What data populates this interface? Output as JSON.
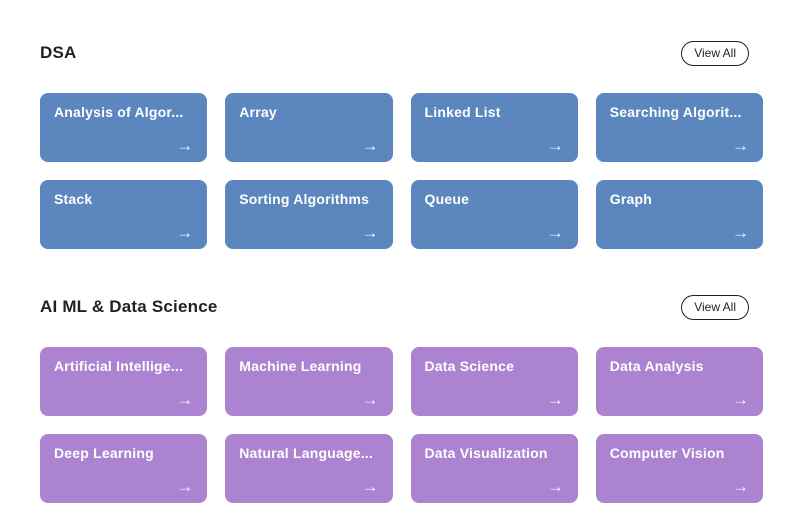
{
  "page": {
    "background_color": "#ffffff"
  },
  "sections": [
    {
      "title": "DSA",
      "view_all_label": "View All",
      "accent_color": "#5b87be",
      "arrow_icon": "→",
      "cards": [
        {
          "label": "Analysis of Algor..."
        },
        {
          "label": "Array"
        },
        {
          "label": "Linked List"
        },
        {
          "label": "Searching Algorit..."
        },
        {
          "label": "Stack"
        },
        {
          "label": "Sorting Algorithms"
        },
        {
          "label": "Queue"
        },
        {
          "label": "Graph"
        }
      ]
    },
    {
      "title": "AI ML & Data Science",
      "view_all_label": "View All",
      "accent_color": "#ac83d0",
      "arrow_icon": "→",
      "cards": [
        {
          "label": "Artificial Intellige..."
        },
        {
          "label": "Machine Learning"
        },
        {
          "label": "Data Science"
        },
        {
          "label": "Data Analysis"
        },
        {
          "label": "Deep Learning"
        },
        {
          "label": "Natural Language..."
        },
        {
          "label": "Data Visualization"
        },
        {
          "label": "Computer Vision"
        }
      ]
    }
  ]
}
